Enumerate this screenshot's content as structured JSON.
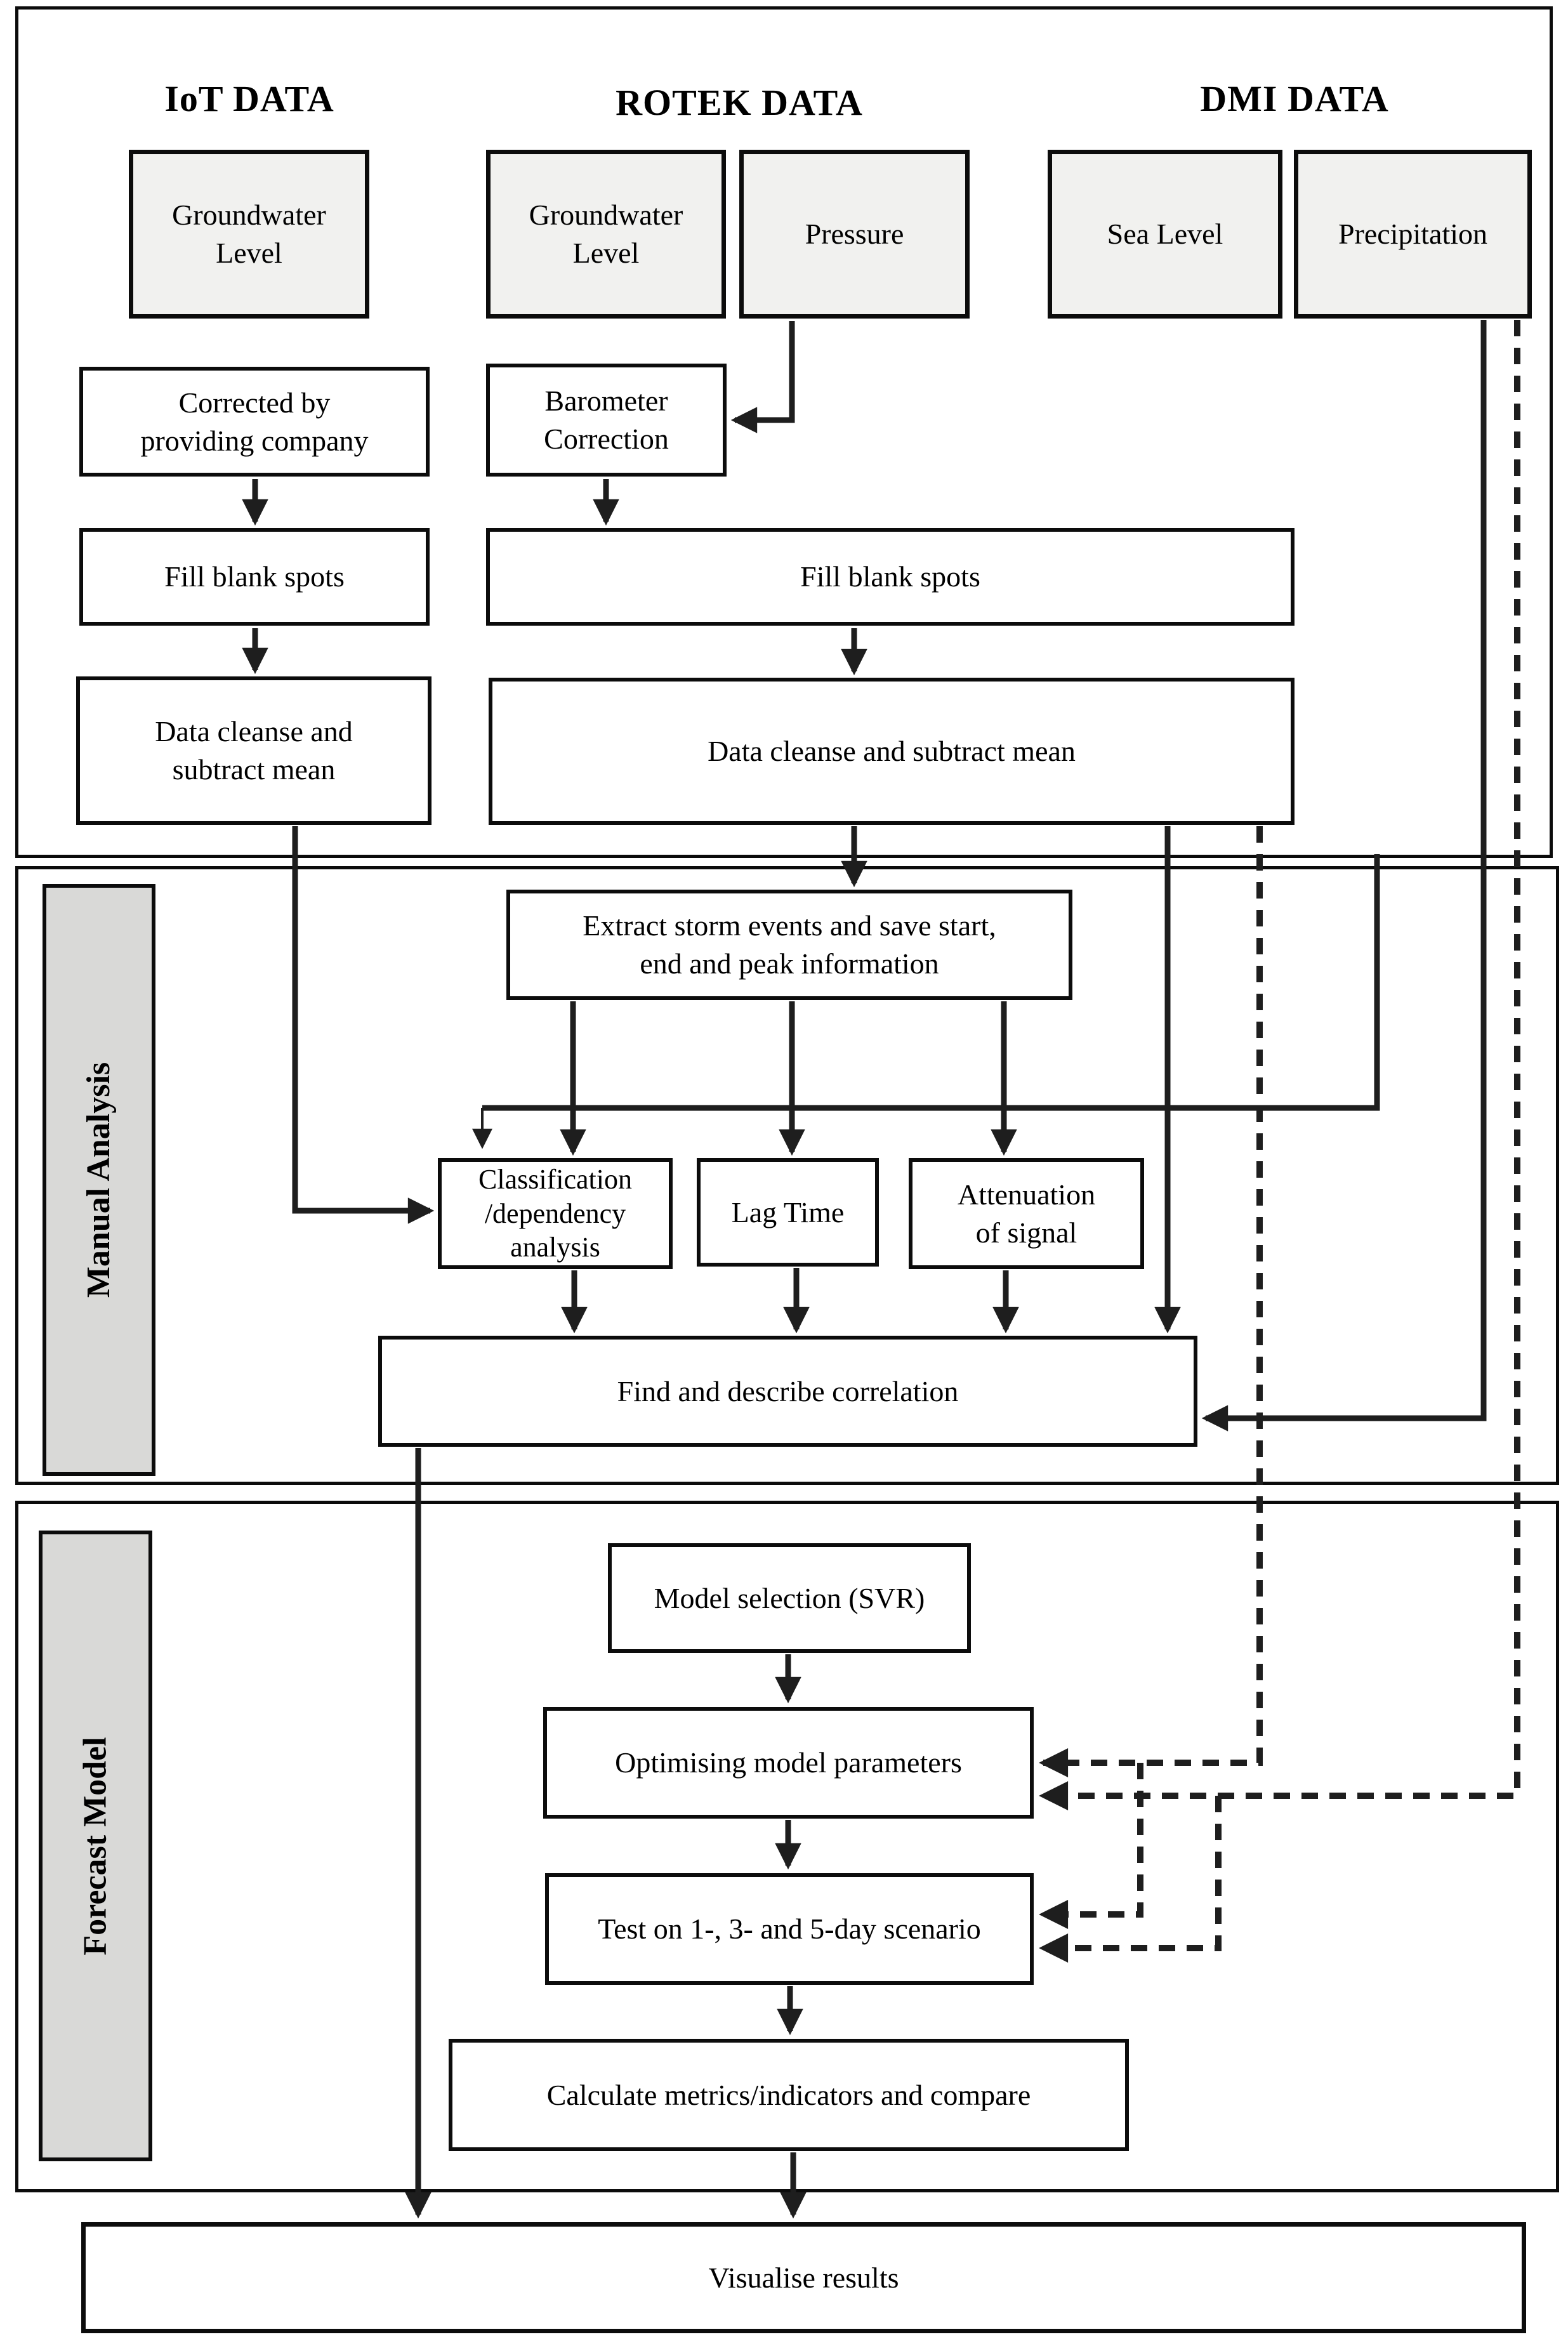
{
  "headers": {
    "iot": "IoT DATA",
    "rotek": "ROTEK DATA",
    "dmi": "DMI DATA"
  },
  "section_labels": {
    "manual_analysis": "Manual Analysis",
    "forecast_model": "Forecast Model"
  },
  "boxes": {
    "iot_groundwater": "Groundwater\nLevel",
    "rotek_groundwater": "Groundwater\nLevel",
    "pressure": "Pressure",
    "sea_level": "Sea Level",
    "precipitation": "Precipitation",
    "corrected": "Corrected by\nproviding company",
    "barometer": "Barometer\nCorrection",
    "fill_blank_iot": "Fill blank spots",
    "fill_blank_wide": "Fill blank spots",
    "cleanse_iot": "Data cleanse and\nsubtract mean",
    "cleanse_wide": "Data cleanse and subtract mean",
    "extract_storm": "Extract storm events and save start,\nend and peak information",
    "classification": "Classification\n/dependency\nanalysis",
    "lag_time": "Lag Time",
    "attenuation": "Attenuation\nof signal",
    "find_correlation": "Find and describe correlation",
    "model_selection": "Model selection (SVR)",
    "optimising": "Optimising model parameters",
    "test_scenario": "Test on 1-, 3- and 5-day scenario",
    "calculate_metrics": "Calculate metrics/indicators and compare",
    "visualise": "Visualise results"
  },
  "colors": {
    "data_box_fill": "#f1f1ef",
    "label_box_fill": "#d9d9d7",
    "line": "#1e1e1e",
    "border": "#0c0c0c",
    "background": "#ffffff"
  }
}
